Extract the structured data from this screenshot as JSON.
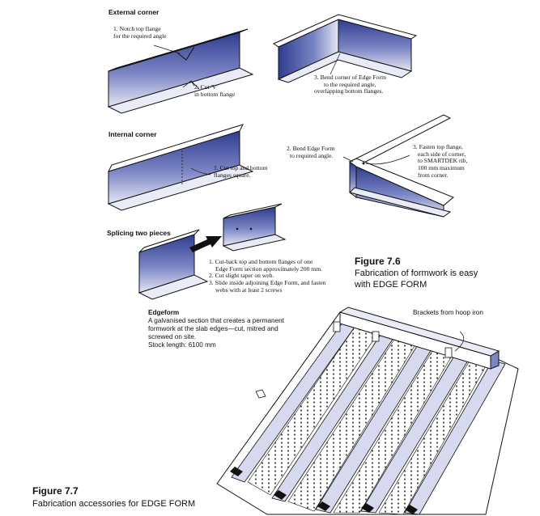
{
  "colors": {
    "steel_dark": "#3c4b9a",
    "steel_mid": "#7c86c2",
    "steel_light": "#d9dcef",
    "ink": "#111111"
  },
  "external_corner": {
    "title": "External corner",
    "step1": [
      "1. Notch top flange",
      "for the required angle"
    ],
    "step2": [
      "2. Cut 'V'",
      "in bottom flange"
    ],
    "step3": [
      "3. Bend corner of Edge Form",
      "to the required angle,",
      "overlapping bottom flanges."
    ]
  },
  "internal_corner": {
    "title": "Internal corner",
    "step1": [
      "1. Cut top and bottom",
      "flanges square."
    ],
    "step2": [
      "2. Bend Edge Form",
      "to required angle."
    ],
    "step3": [
      "3. Fasten top flange,",
      "each side of corner,",
      "to SMARTDEK rib,",
      "100 mm maximum",
      "from corner."
    ]
  },
  "splicing": {
    "title": "Splicing two pieces",
    "steps": [
      "1. Cut-back top and bottom flanges of one",
      "Edge Form section approximately 200 mm.",
      "2. Cut slight taper on web.",
      "3. Slide inside adjoining Edge Form, and fasten",
      "webs with at least 2 screws"
    ]
  },
  "figure_7_6": {
    "number": "Figure 7.6",
    "caption": [
      "Fabrication of formwork is easy",
      "with EDGE FORM"
    ]
  },
  "edgeform_info": {
    "title": "Edgeform",
    "lines": [
      "A galvanised section that creates a permanent",
      "formwork at the slab edges—cut, mitred and",
      "screwed on site."
    ],
    "stock": "Stock length: 6100 mm"
  },
  "brackets_label": "Brackets from hoop iron",
  "figure_7_7": {
    "number": "Figure 7.7",
    "caption": "Fabrication accessories for EDGE FORM"
  }
}
